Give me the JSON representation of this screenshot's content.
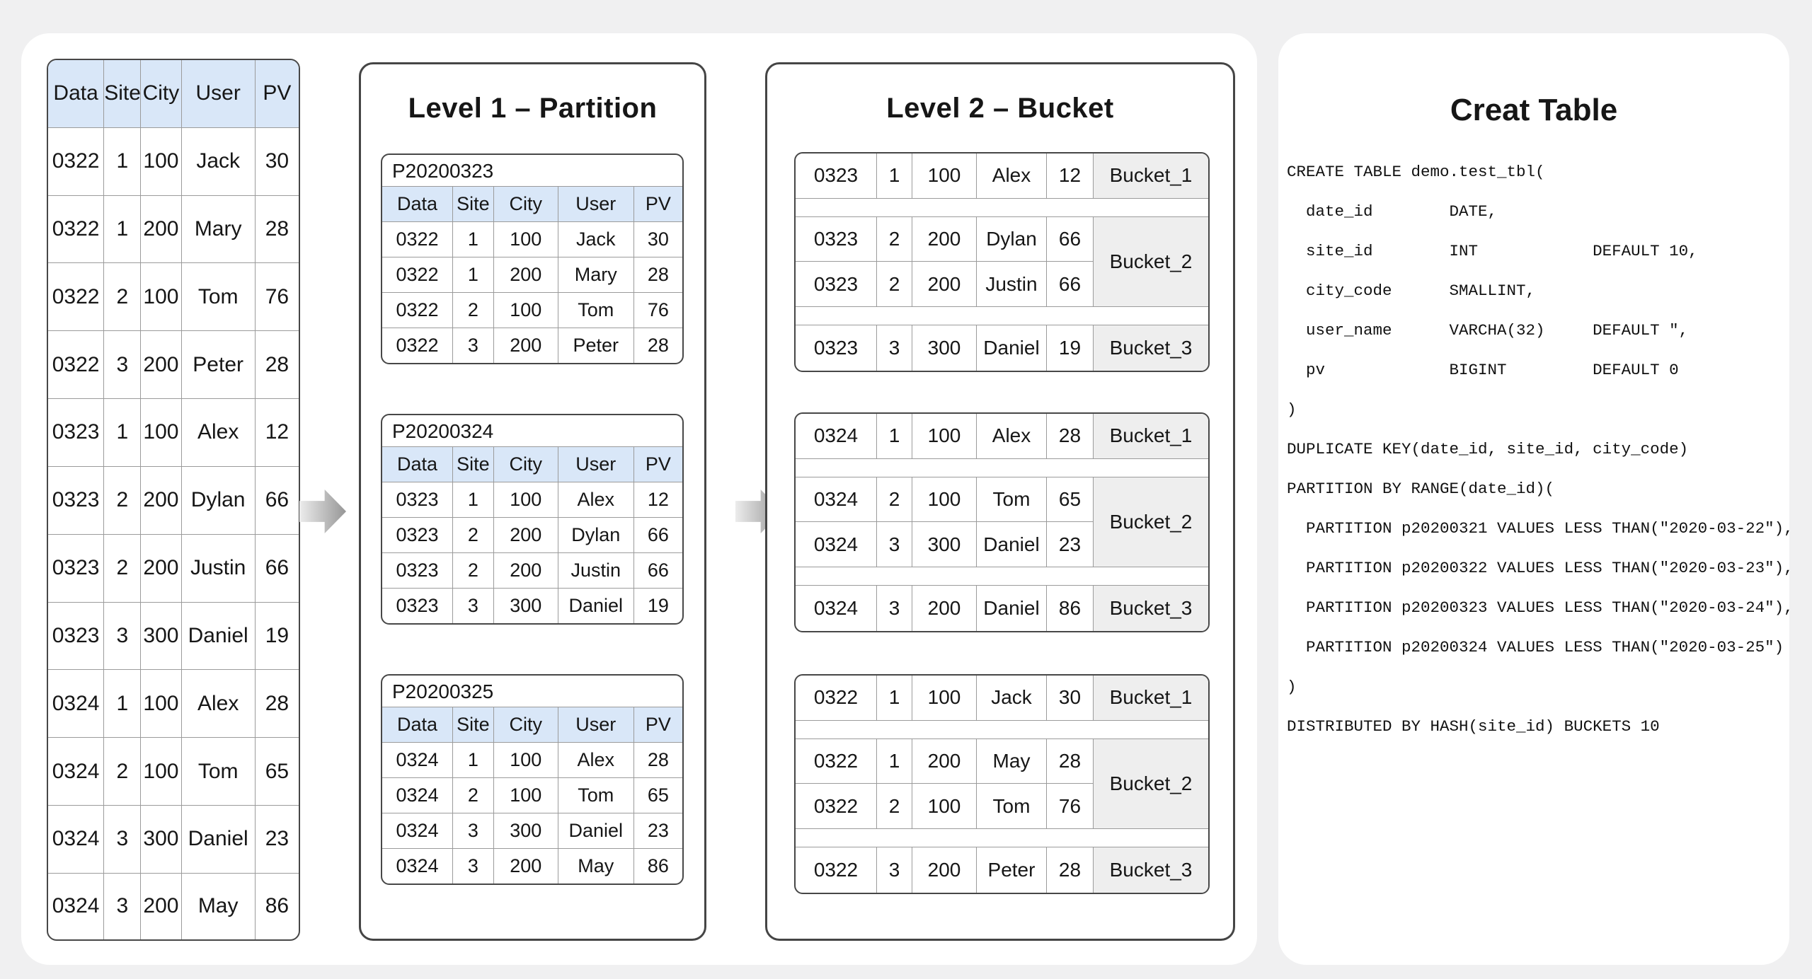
{
  "source_table": {
    "columns": [
      "Data",
      "Site",
      "City",
      "User",
      "PV"
    ],
    "rows": [
      [
        "0322",
        "1",
        "100",
        "Jack",
        "30"
      ],
      [
        "0322",
        "1",
        "200",
        "Mary",
        "28"
      ],
      [
        "0322",
        "2",
        "100",
        "Tom",
        "76"
      ],
      [
        "0322",
        "3",
        "200",
        "Peter",
        "28"
      ],
      [
        "0323",
        "1",
        "100",
        "Alex",
        "12"
      ],
      [
        "0323",
        "2",
        "200",
        "Dylan",
        "66"
      ],
      [
        "0323",
        "2",
        "200",
        "Justin",
        "66"
      ],
      [
        "0323",
        "3",
        "300",
        "Daniel",
        "19"
      ],
      [
        "0324",
        "1",
        "100",
        "Alex",
        "28"
      ],
      [
        "0324",
        "2",
        "100",
        "Tom",
        "65"
      ],
      [
        "0324",
        "3",
        "300",
        "Daniel",
        "23"
      ],
      [
        "0324",
        "3",
        "200",
        "May",
        "86"
      ]
    ]
  },
  "level1": {
    "title": "Level 1 – Partition",
    "columns": [
      "Data",
      "Site",
      "City",
      "User",
      "PV"
    ],
    "partitions": [
      {
        "name": "P20200323",
        "rows": [
          [
            "0322",
            "1",
            "100",
            "Jack",
            "30"
          ],
          [
            "0322",
            "1",
            "200",
            "Mary",
            "28"
          ],
          [
            "0322",
            "2",
            "100",
            "Tom",
            "76"
          ],
          [
            "0322",
            "3",
            "200",
            "Peter",
            "28"
          ]
        ]
      },
      {
        "name": "P20200324",
        "rows": [
          [
            "0323",
            "1",
            "100",
            "Alex",
            "12"
          ],
          [
            "0323",
            "2",
            "200",
            "Dylan",
            "66"
          ],
          [
            "0323",
            "2",
            "200",
            "Justin",
            "66"
          ],
          [
            "0323",
            "3",
            "300",
            "Daniel",
            "19"
          ]
        ]
      },
      {
        "name": "P20200325",
        "rows": [
          [
            "0324",
            "1",
            "100",
            "Alex",
            "28"
          ],
          [
            "0324",
            "2",
            "100",
            "Tom",
            "65"
          ],
          [
            "0324",
            "3",
            "300",
            "Daniel",
            "23"
          ],
          [
            "0324",
            "3",
            "200",
            "May",
            "86"
          ]
        ]
      }
    ]
  },
  "level2": {
    "title": "Level 2 – Bucket",
    "groups": [
      {
        "sections": [
          {
            "bucket": "Bucket_1",
            "rows": [
              [
                "0323",
                "1",
                "100",
                "Alex",
                "12"
              ]
            ]
          },
          {
            "bucket": "Bucket_2",
            "rows": [
              [
                "0323",
                "2",
                "200",
                "Dylan",
                "66"
              ],
              [
                "0323",
                "2",
                "200",
                "Justin",
                "66"
              ]
            ]
          },
          {
            "bucket": "Bucket_3",
            "rows": [
              [
                "0323",
                "3",
                "300",
                "Daniel",
                "19"
              ]
            ]
          }
        ]
      },
      {
        "sections": [
          {
            "bucket": "Bucket_1",
            "rows": [
              [
                "0324",
                "1",
                "100",
                "Alex",
                "28"
              ]
            ]
          },
          {
            "bucket": "Bucket_2",
            "rows": [
              [
                "0324",
                "2",
                "100",
                "Tom",
                "65"
              ],
              [
                "0324",
                "3",
                "300",
                "Daniel",
                "23"
              ]
            ]
          },
          {
            "bucket": "Bucket_3",
            "rows": [
              [
                "0324",
                "3",
                "200",
                "Daniel",
                "86"
              ]
            ]
          }
        ]
      },
      {
        "sections": [
          {
            "bucket": "Bucket_1",
            "rows": [
              [
                "0322",
                "1",
                "100",
                "Jack",
                "30"
              ]
            ]
          },
          {
            "bucket": "Bucket_2",
            "rows": [
              [
                "0322",
                "1",
                "200",
                "May",
                "28"
              ],
              [
                "0322",
                "2",
                "100",
                "Tom",
                "76"
              ]
            ]
          },
          {
            "bucket": "Bucket_3",
            "rows": [
              [
                "0322",
                "3",
                "200",
                "Peter",
                "28"
              ]
            ]
          }
        ]
      }
    ]
  },
  "create_table": {
    "title": "Creat Table",
    "sql_lines": [
      "CREATE TABLE demo.test_tbl(",
      "  date_id        DATE,",
      "  site_id        INT            DEFAULT 10,",
      "  city_code      SMALLINT,",
      "  user_name      VARCHA(32)     DEFAULT \",",
      "  pv             BIGINT         DEFAULT 0",
      ")",
      "DUPLICATE KEY(date_id, site_id, city_code)",
      "PARTITION BY RANGE(date_id)(",
      "  PARTITION p20200321 VALUES LESS THAN(\"2020-03-22\"),",
      "  PARTITION p20200322 VALUES LESS THAN(\"2020-03-23\"),",
      "  PARTITION p20200323 VALUES LESS THAN(\"2020-03-24\"),",
      "  PARTITION p20200324 VALUES LESS THAN(\"2020-03-25\")",
      ")",
      "DISTRIBUTED BY HASH(site_id) BUCKETS 10"
    ]
  },
  "colors": {
    "header_blue": "#d9e7f8",
    "bucket_gray": "#eeeeee"
  }
}
